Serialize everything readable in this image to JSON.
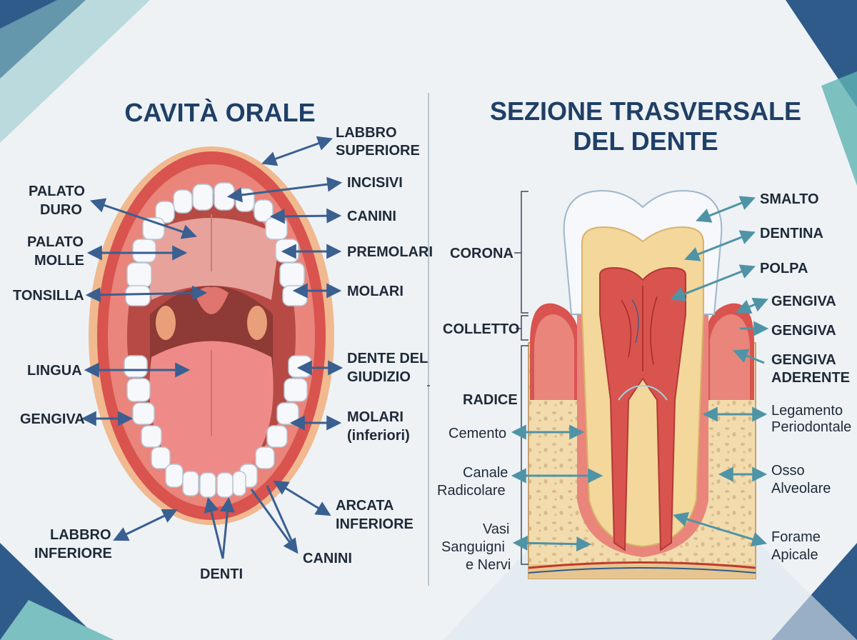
{
  "left": {
    "title": "CAVITÀ ORALE",
    "labels": {
      "labbro_superiore": [
        "LABBRO",
        "SUPERIORE"
      ],
      "incisivi": "INCISIVI",
      "canini_sup": "CANINI",
      "premolari": "PREMOLARI",
      "molari": "MOLARI",
      "dente_giudizio": [
        "DENTE DEL",
        "GIUDIZIO"
      ],
      "molari_inf": [
        "MOLARI",
        "(inferiori)"
      ],
      "arcata_inferiore": [
        "ARCATA",
        "INFERIORE"
      ],
      "canini_inf": "CANINI",
      "denti": "DENTI",
      "labbro_inferiore": [
        "LABBRO",
        "INFERIORE"
      ],
      "gengiva": "GENGIVA",
      "lingua": "LINGUA",
      "tonsilla": "TONSILLA",
      "palato_molle": [
        "PALATO",
        "MOLLE"
      ],
      "palato_duro": [
        "PALATO",
        "DURO"
      ]
    }
  },
  "right": {
    "title": [
      "SEZIONE TRASVERSALE",
      "DEL DENTE"
    ],
    "labels": {
      "smalto": "SMALTO",
      "dentina": "DENTINA",
      "polpa": "POLPA",
      "gengiva1": "GENGIVA",
      "gengiva2": "GENGIVA",
      "gengiva_aderente": [
        "GENGIVA",
        "ADERENTE"
      ],
      "legamento": [
        "Legamento",
        "Periodontale"
      ],
      "osso": [
        "Osso",
        "Alveolare"
      ],
      "forame": [
        "Forame",
        "Apicale"
      ],
      "corona": "CORONA",
      "colletto": "COLLETTO",
      "radice": "RADICE",
      "cemento": "Cemento",
      "canale": [
        "Canale",
        "Radicolare"
      ],
      "vasi": [
        "Vasi",
        "Sanguigni",
        "e Nervi"
      ]
    }
  },
  "colors": {
    "arrow_left": "#3a5f91",
    "arrow_right": "#4f94a6",
    "title": "#1f3f66",
    "lip": "#d9534f",
    "gum": "#e9857b",
    "tongue": "#ee8b88",
    "throat": "#8e3a36",
    "enamel": "#f6f8fb",
    "dentin": "#f4d79a",
    "pulp": "#d9544e",
    "bone": "#f2dcae"
  }
}
